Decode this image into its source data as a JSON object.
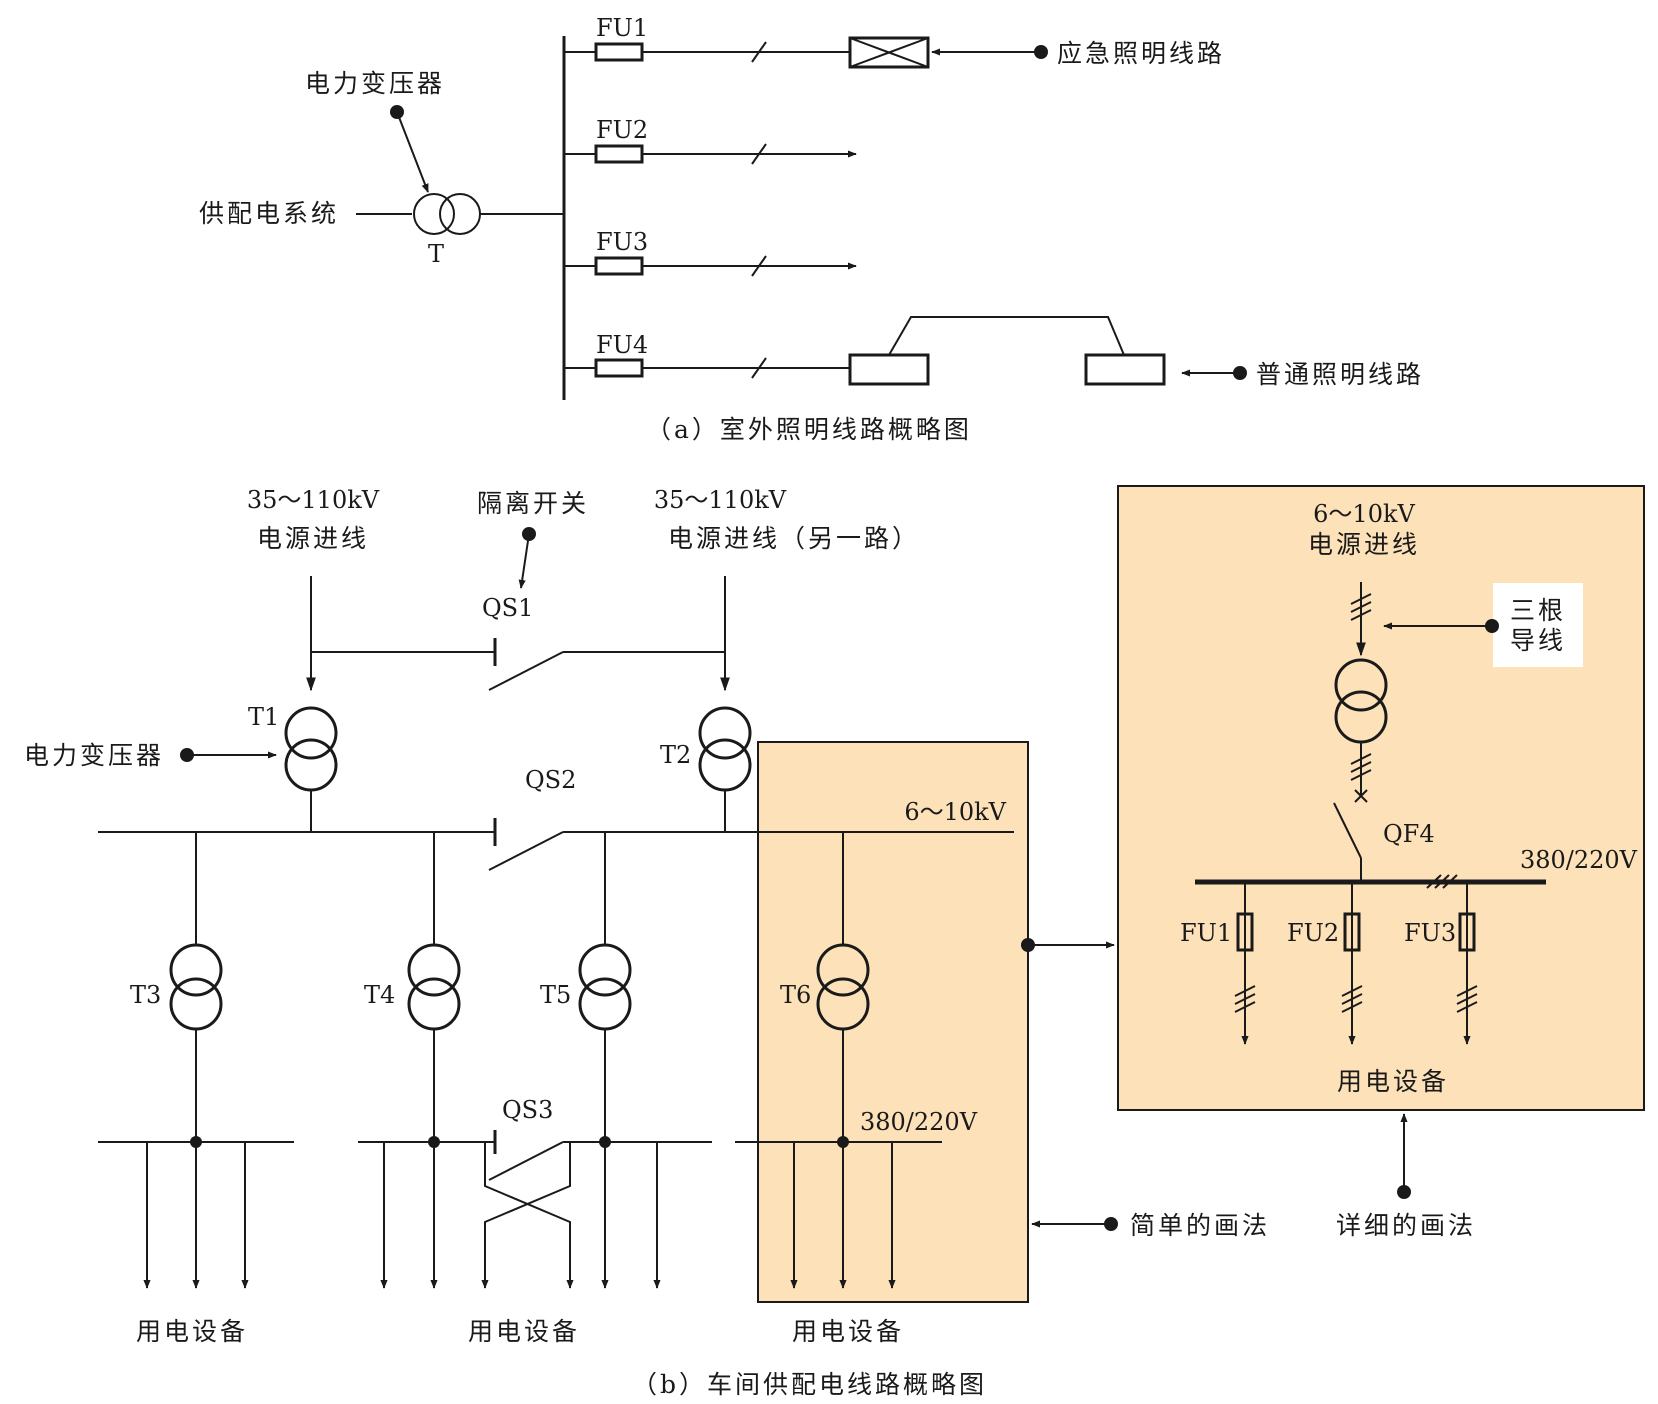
{
  "colors": {
    "highlight_box": "#fde1b9",
    "lamp_fill": "#ef6a32",
    "line": "#1a1a1a"
  },
  "diagram_a": {
    "caption": "（a）室外照明线路概略图",
    "source_label": "供配电系统",
    "transformer_callout": "电力变压器",
    "transformer_label": "T",
    "fuses": [
      "FU1",
      "FU2",
      "FU3",
      "FU4"
    ],
    "emergency_label": "应急照明线路",
    "normal_label": "普通照明线路"
  },
  "diagram_b": {
    "caption": "（b）车间供配电线路概略图",
    "incoming_1": {
      "voltage": "35～110kV",
      "text": "电源进线"
    },
    "incoming_2": {
      "voltage": "35～110kV",
      "text": "电源进线（另一路）"
    },
    "isolator_callout": "隔离开关",
    "transformer_callout": "电力变压器",
    "switches": [
      "QS1",
      "QS2",
      "QS3"
    ],
    "transformers": [
      "T1",
      "T2",
      "T3",
      "T4",
      "T5",
      "T6"
    ],
    "hv_bus": "6～10kV",
    "lv_bus": "380/220V",
    "loads": [
      "用电设备",
      "用电设备",
      "用电设备"
    ],
    "simple_label": "简单的画法",
    "detail_label": "详细的画法",
    "detail": {
      "voltage": "6～10kV",
      "text": "电源进线",
      "three_wire_label": [
        "三根",
        "导线"
      ],
      "breaker": "QF4",
      "bus": "380/220V",
      "fuses": [
        "FU1",
        "FU2",
        "FU3"
      ],
      "load": "用电设备"
    }
  }
}
